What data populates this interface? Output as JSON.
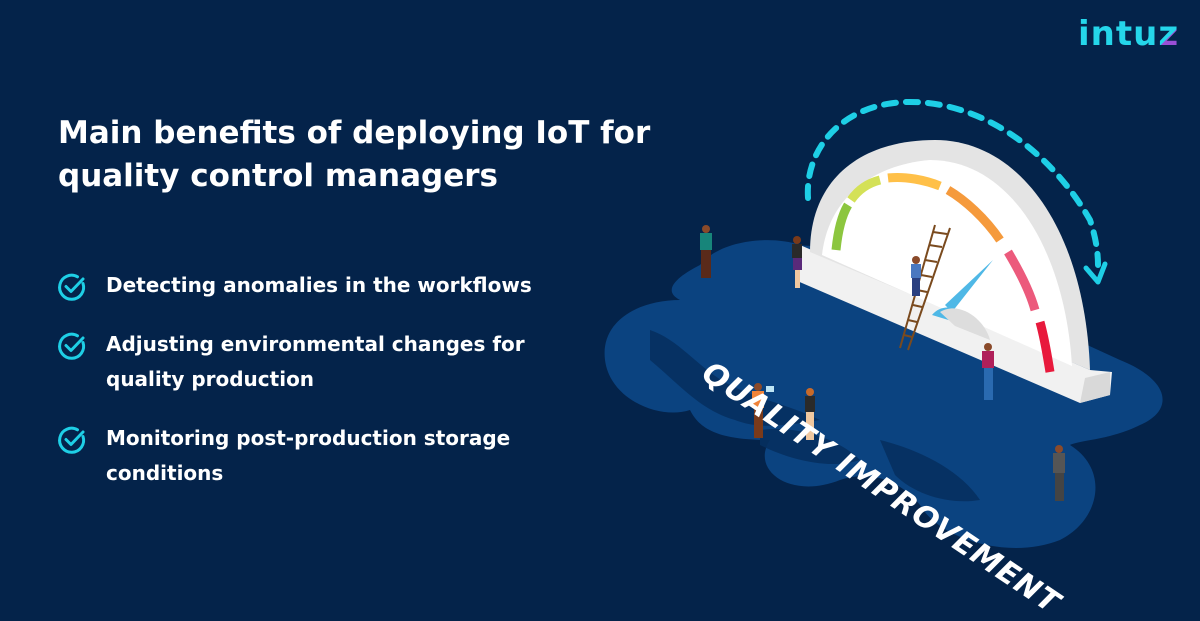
{
  "brand": {
    "logo_text": "intuz",
    "logo_main": "intu",
    "logo_last": "z",
    "accent_color": "#25d6ea",
    "accent2_color": "#9b4fd6"
  },
  "colors": {
    "background": "#04234a",
    "blob": "#0b4380",
    "check_icon": "#1ecfe6",
    "gauge_green": "#8cc63f",
    "gauge_lime": "#d4e157",
    "gauge_yellow": "#ffc048",
    "gauge_orange": "#f59a3c",
    "gauge_pink": "#ec5a7c",
    "gauge_red": "#e8193c",
    "needle": "#4fb8e6"
  },
  "header": {
    "title": "Main benefits of deploying IoT for quality control managers"
  },
  "benefits": [
    {
      "icon": "check-circle-icon",
      "text": "Detecting anomalies in the workflows"
    },
    {
      "icon": "check-circle-icon",
      "text": "Adjusting environmental changes for quality production"
    },
    {
      "icon": "check-circle-icon",
      "text": "Monitoring post-production storage conditions"
    }
  ],
  "illustration": {
    "label": "QUALITY IMPROVEMENT",
    "subject": "gauge-meter-with-people-icon"
  }
}
